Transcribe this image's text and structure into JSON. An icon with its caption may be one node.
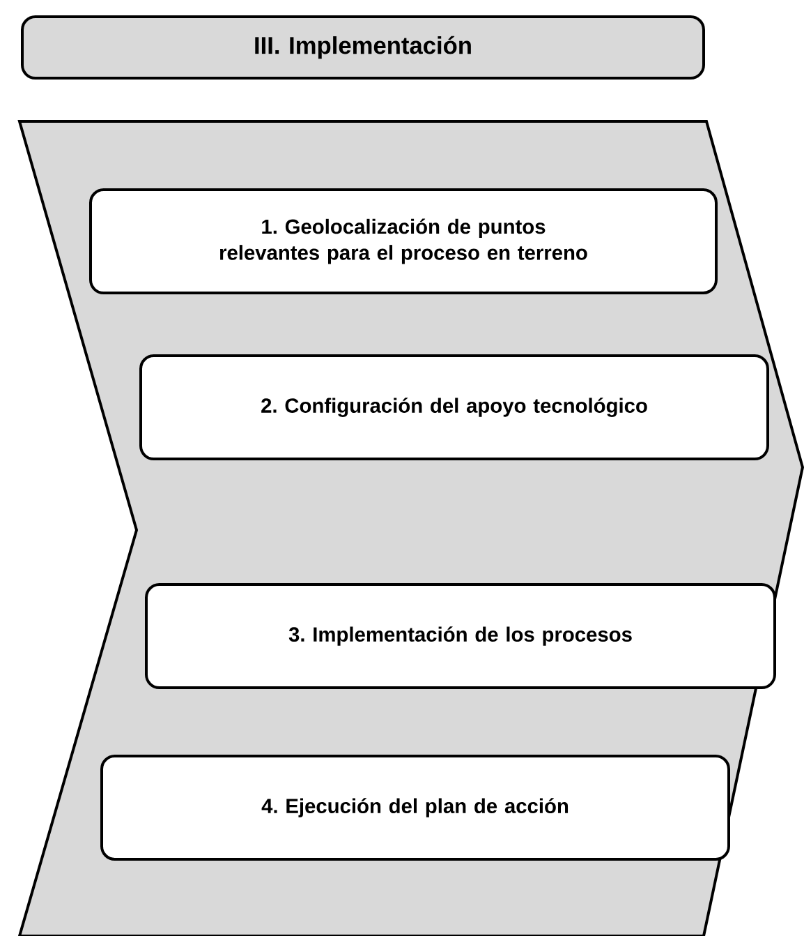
{
  "diagram": {
    "nodes": [
      {
        "text": [
          "III. Implementación"
        ]
      },
      {
        "text": [],
        "shape": "chevron"
      },
      {
        "text": [
          "1. Geolocalización de puntos relevantes para el proceso en terreno"
        ],
        "in": 1
      },
      {
        "text": [
          "2. Configuración del apoyo tecnológico"
        ],
        "in": 1
      },
      {
        "text": [
          "3. Implementación de los procesos"
        ],
        "in": 1
      },
      {
        "text": [
          "4. Ejecución del plan de acción"
        ],
        "in": 1
      }
    ]
  }
}
